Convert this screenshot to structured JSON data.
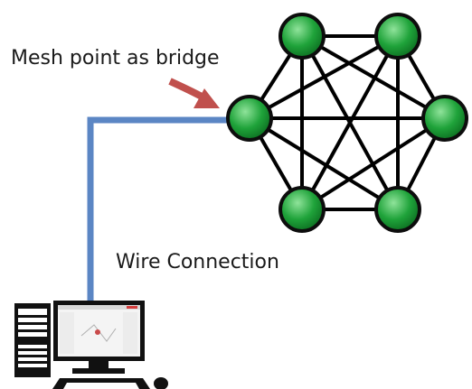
{
  "labels": {
    "bridge": "Mesh point as bridge",
    "wire": "Wire Connection"
  },
  "colors": {
    "node_fill": "#1fa33a",
    "node_highlight": "#8fe39a",
    "node_outline": "#0d0d0d",
    "mesh_link": "#000000",
    "wire": "#5b86c4",
    "arrow": "#c0504d"
  },
  "mesh": {
    "node_count": 6,
    "links": [
      [
        0,
        1
      ],
      [
        0,
        2
      ],
      [
        0,
        3
      ],
      [
        0,
        4
      ],
      [
        0,
        5
      ],
      [
        1,
        2
      ],
      [
        1,
        3
      ],
      [
        1,
        4
      ],
      [
        1,
        5
      ],
      [
        2,
        3
      ],
      [
        2,
        4
      ],
      [
        2,
        5
      ],
      [
        3,
        4
      ],
      [
        3,
        5
      ],
      [
        4,
        5
      ]
    ]
  },
  "icons": {
    "computer": "desktop-computer-icon",
    "arrow": "curved-arrow-icon"
  }
}
